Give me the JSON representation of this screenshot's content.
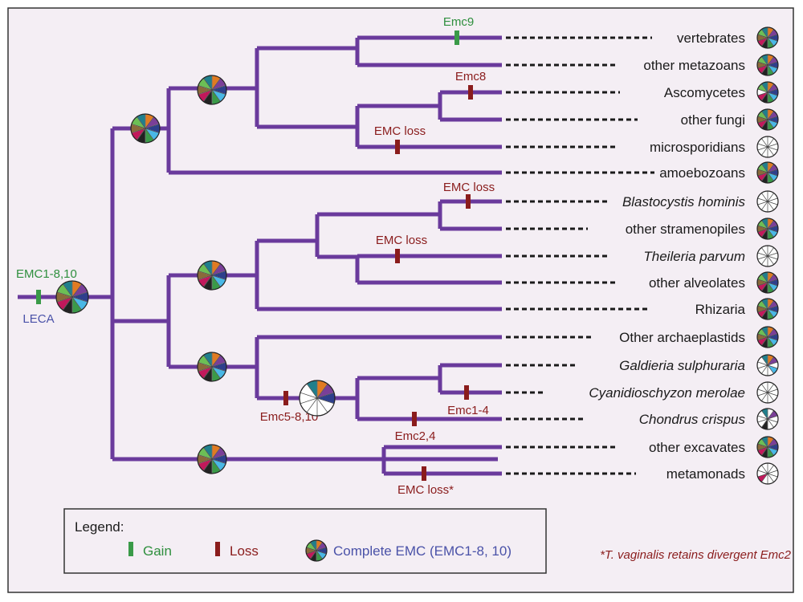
{
  "colors": {
    "branch": "#6a3a9c",
    "gain": "#3a9a48",
    "loss": "#8a1c1c",
    "complete_text": "#4a52a8",
    "panel_bg": "#f4eef4",
    "pie_palette": [
      "#e07b22",
      "#7a3f98",
      "#2e3f8c",
      "#49b8e6",
      "#3a9a48",
      "#222222",
      "#c2185b",
      "#8a6a3a",
      "#6cbf55",
      "#1f7f8c"
    ]
  },
  "ancestor": {
    "gain_label": "EMC1-8,10",
    "name": "LECA"
  },
  "taxa": [
    {
      "name": "vertebrates",
      "italic": false
    },
    {
      "name": "other metazoans",
      "italic": false
    },
    {
      "name": "Ascomycetes",
      "italic": false
    },
    {
      "name": "other fungi",
      "italic": false
    },
    {
      "name": "microsporidians",
      "italic": false
    },
    {
      "name": "amoebozoans",
      "italic": false
    },
    {
      "name": "Blastocystis hominis",
      "italic": true
    },
    {
      "name": "other stramenopiles",
      "italic": false
    },
    {
      "name": "Theileria parvum",
      "italic": true
    },
    {
      "name": "other alveolates",
      "italic": false
    },
    {
      "name": "Rhizaria",
      "italic": false
    },
    {
      "name": "Other archaeplastids",
      "italic": false
    },
    {
      "name": "Galdieria sulphuraria",
      "italic": true
    },
    {
      "name": "Cyanidioschyzon merolae",
      "italic": true
    },
    {
      "name": "Chondrus crispus",
      "italic": true
    },
    {
      "name": "other excavates",
      "italic": false
    },
    {
      "name": "metamonads",
      "italic": false
    }
  ],
  "events": [
    {
      "type": "gain",
      "label": "Emc9"
    },
    {
      "type": "loss",
      "label": "Emc8"
    },
    {
      "type": "loss",
      "label": "EMC loss"
    },
    {
      "type": "loss",
      "label": "EMC loss"
    },
    {
      "type": "loss",
      "label": "EMC loss"
    },
    {
      "type": "loss",
      "label": "Emc5-8,10"
    },
    {
      "type": "loss",
      "label": "Emc1-4"
    },
    {
      "type": "loss",
      "label": "Emc2,4"
    },
    {
      "type": "loss",
      "label": "EMC loss*"
    }
  ],
  "legend": {
    "title": "Legend:",
    "gain": "Gain",
    "loss": "Loss",
    "complete": "Complete EMC (EMC1-8, 10)"
  },
  "footnote": "*T. vaginalis retains divergent Emc2"
}
